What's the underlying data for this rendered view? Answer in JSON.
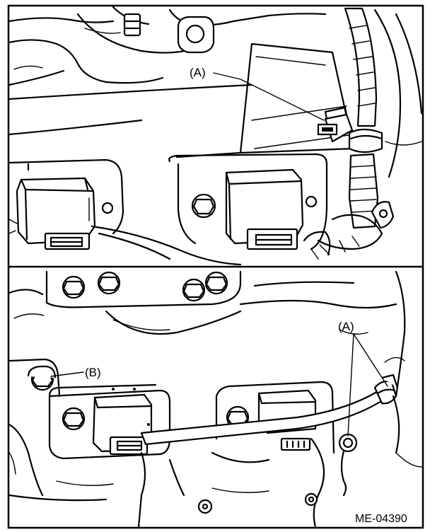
{
  "callouts": {
    "top_a": "(A)",
    "bottom_a": "(A)",
    "bottom_b": "(B)"
  },
  "figure_code": "ME-04390"
}
